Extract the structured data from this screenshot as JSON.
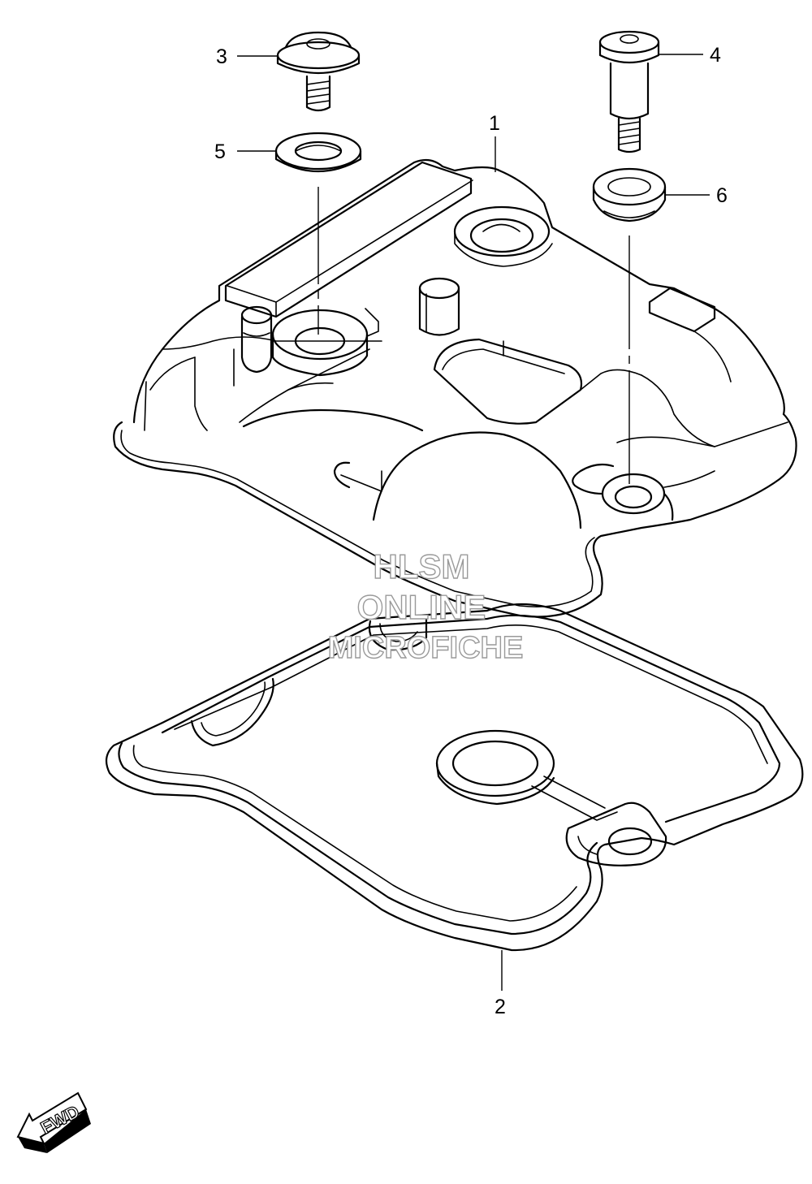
{
  "callouts": [
    {
      "id": "1",
      "label": "1"
    },
    {
      "id": "2",
      "label": "2"
    },
    {
      "id": "3",
      "label": "3"
    },
    {
      "id": "4",
      "label": "4"
    },
    {
      "id": "5",
      "label": "5"
    },
    {
      "id": "6",
      "label": "6"
    }
  ],
  "watermark": {
    "line1": "HLSM",
    "line2": "ONLINE",
    "line3": "MICROFICHE"
  },
  "direction_arrow": {
    "label": "FWD",
    "icon": "forward-arrow-icon"
  }
}
